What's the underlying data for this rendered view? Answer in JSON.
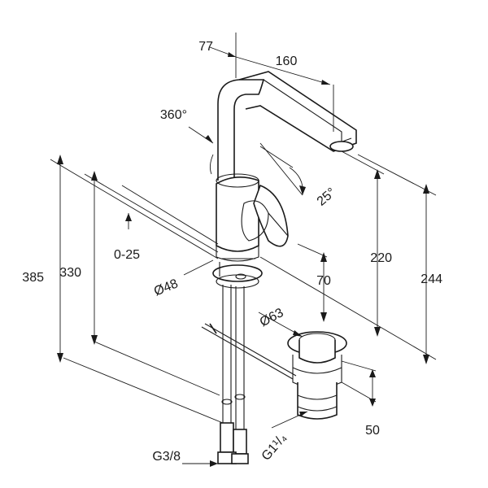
{
  "dimensions": {
    "spout_offset": "77",
    "spout_reach": "160",
    "swivel_angle": "360°",
    "lever_angle": "25°",
    "lift_range": "0-25",
    "body_diameter": "Ø48",
    "height_overall": "385",
    "height_body": "330",
    "outlet_height": "220",
    "spout_height": "244",
    "hole_depth": "70",
    "waste_diameter": "Ø63",
    "waste_height": "50",
    "waste_thread": "G1¹/₄",
    "supply_thread": "G3/8"
  }
}
